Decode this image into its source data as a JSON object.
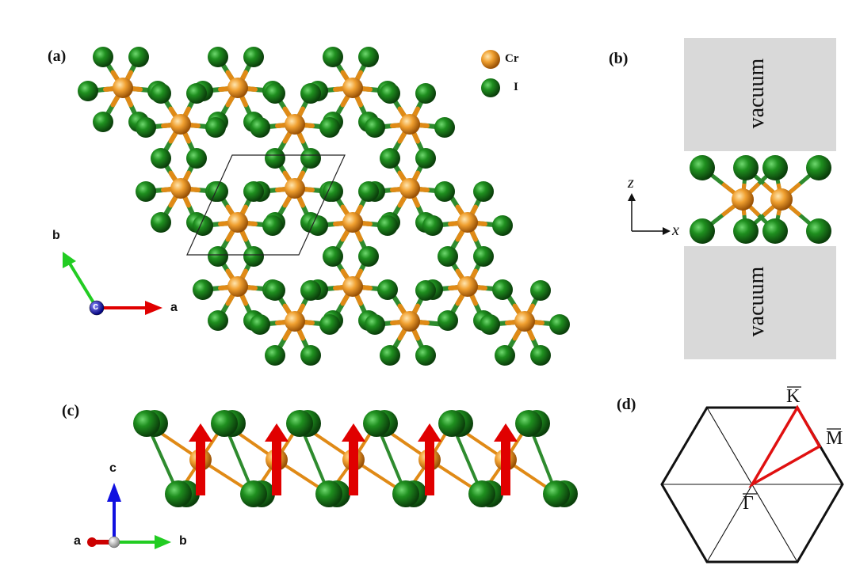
{
  "panels": {
    "a": "(a)",
    "b": "(b)",
    "c": "(c)",
    "d": "(d)"
  },
  "legend": {
    "cr_label": "Cr",
    "i_label": "I"
  },
  "vacuum": {
    "top": "vacuum",
    "bottom": "vacuum"
  },
  "axes_a": {
    "a": "a",
    "b": "b",
    "c": "c"
  },
  "axes_b": {
    "z": "z",
    "x": "x"
  },
  "axes_c": {
    "a": "a",
    "b": "b",
    "c": "c"
  },
  "brillouin": {
    "gamma": "Γ",
    "k": "K",
    "m": "M"
  },
  "colors": {
    "cr_atom": "#e08a16",
    "i_atom": "#1f7a1f",
    "bond_green": "#2e8b2e",
    "bond_orange": "#e08a16",
    "spin_arrow": "#e00000",
    "path_red": "#e01010",
    "vacuum_fill": "#d9d9d9"
  }
}
